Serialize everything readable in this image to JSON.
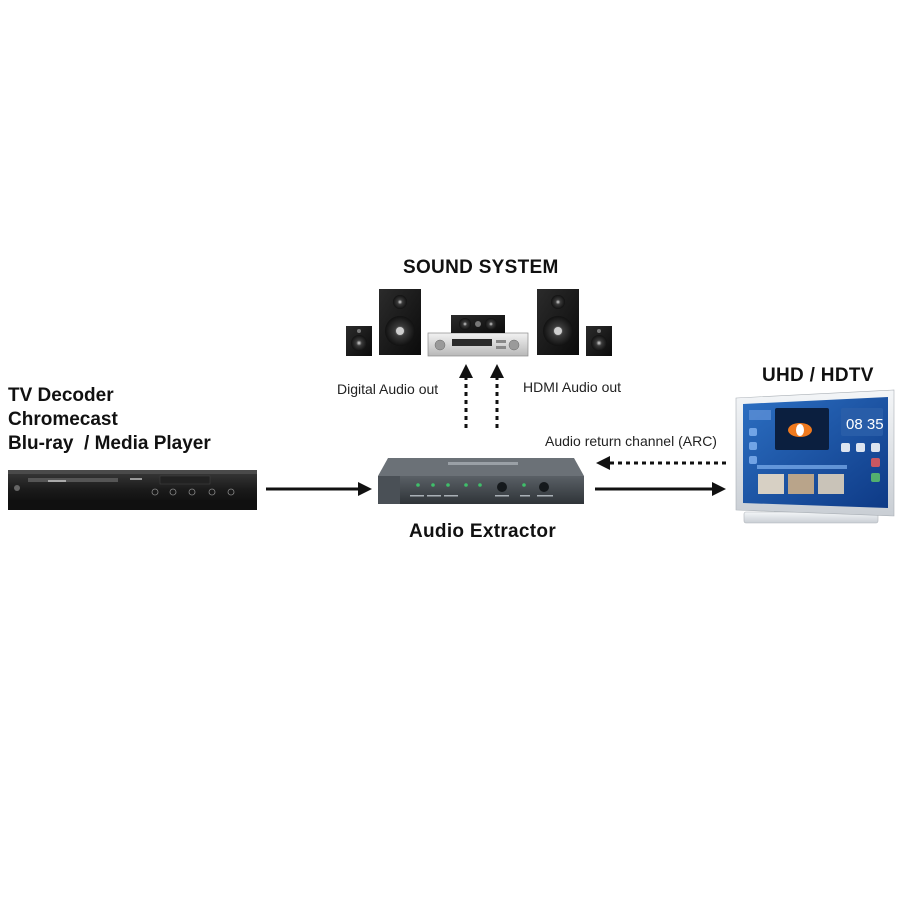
{
  "sound_system": {
    "title": "SOUND SYSTEM"
  },
  "source": {
    "lines": [
      "TV Decoder",
      "Chromecast",
      "Blu-ray  / Media Player"
    ]
  },
  "tv": {
    "title": "UHD / HDTV",
    "clock": "08 35"
  },
  "extractor": {
    "title": "Audio Extractor"
  },
  "connections": {
    "digital_audio": "Digital Audio out",
    "hdmi_audio": "HDMI Audio out",
    "arc": "Audio return channel (ARC)"
  },
  "colors": {
    "arrow": "#111111",
    "device": "#3a3f44",
    "tv_screen": "#1d4fa0"
  }
}
